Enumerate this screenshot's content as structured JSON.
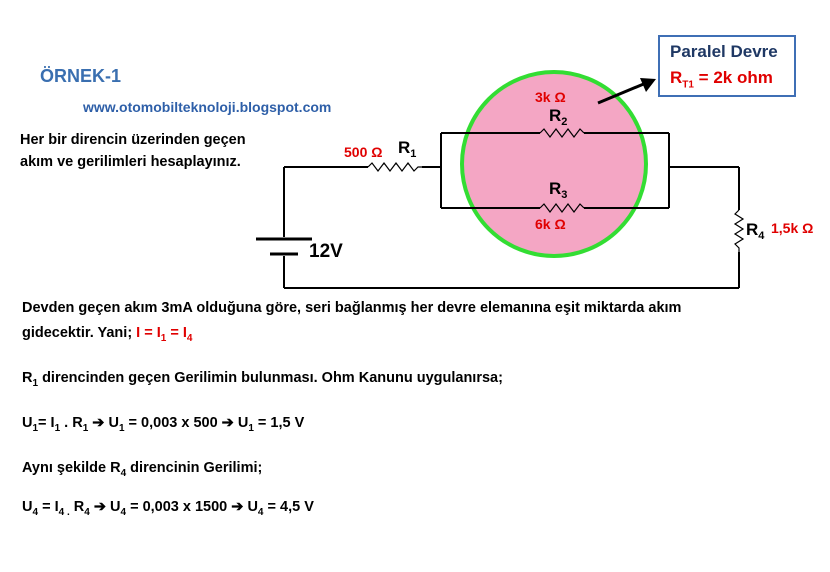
{
  "header": {
    "title": "ÖRNEK-1",
    "url": "www.otomobilteknoloji.blogspot.com",
    "task": "Her bir direncin üzerinden geçen akım ve gerilimleri hesaplayınız."
  },
  "info_box": {
    "line1": "Paralel Devre",
    "line2_prefix": "R",
    "line2_sub": "T1",
    "line2_suffix": " = 2k ohm"
  },
  "circuit": {
    "r1_value": "500 Ω",
    "r1_label": "R",
    "r1_sub": "1",
    "r2_value": "3k Ω",
    "r2_label": "R",
    "r2_sub": "2",
    "r3_value": "6k Ω",
    "r3_label": "R",
    "r3_sub": "3",
    "r4_value": "1,5k Ω",
    "r4_label": "R",
    "r4_sub": "4",
    "battery": "12V"
  },
  "solution": {
    "para1_line1": "Devden geçen akım 3mA olduğuna göre, seri bağlanmış her devre elemanına eşit miktarda akım",
    "para1_line2_prefix": "gidecektir. Yani;",
    "para1_eq_i": " I = I",
    "para1_eq_s1": "1",
    "para1_eq_mid": " = I",
    "para1_eq_s4": "4",
    "para2_r": "R",
    "para2_sub": "1",
    "para2_text": " direncinden geçen Gerilimin bulunması.  Ohm Kanunu  uygulanırsa;",
    "eq1_a": "U",
    "eq1_a_sub": "1",
    "eq1_b": "= I",
    "eq1_b_sub": "1",
    "eq1_c": " . R",
    "eq1_c_sub": "1",
    "eq1_d": " U",
    "eq1_d_sub": "1",
    "eq1_e": "  = 0,003 x 500 ",
    "eq1_f": " U",
    "eq1_f_sub": "1",
    "eq1_g": " = 1,5 V",
    "para3_text": "Aynı şekilde R",
    "para3_sub": "4",
    "para3_tail": "  direncinin Gerilimi;",
    "eq2_a": "U",
    "eq2_a_sub": "4",
    "eq2_b": " = I",
    "eq2_b_sub": "4 .",
    "eq2_c": " R",
    "eq2_c_sub": "4",
    "eq2_d": " U",
    "eq2_d_sub": "4",
    "eq2_e": " = 0,003 x 1500 ",
    "eq2_f": " U",
    "eq2_f_sub": "4",
    "eq2_g": " = 4,5 V",
    "arrow_glyph": "➔"
  },
  "colors": {
    "title": "#3a6fb0",
    "accent_red": "#e00000",
    "highlight_circle_fill": "#f4a6c4",
    "highlight_circle_stroke": "#33dd33",
    "box_border": "#3f6fb5"
  }
}
